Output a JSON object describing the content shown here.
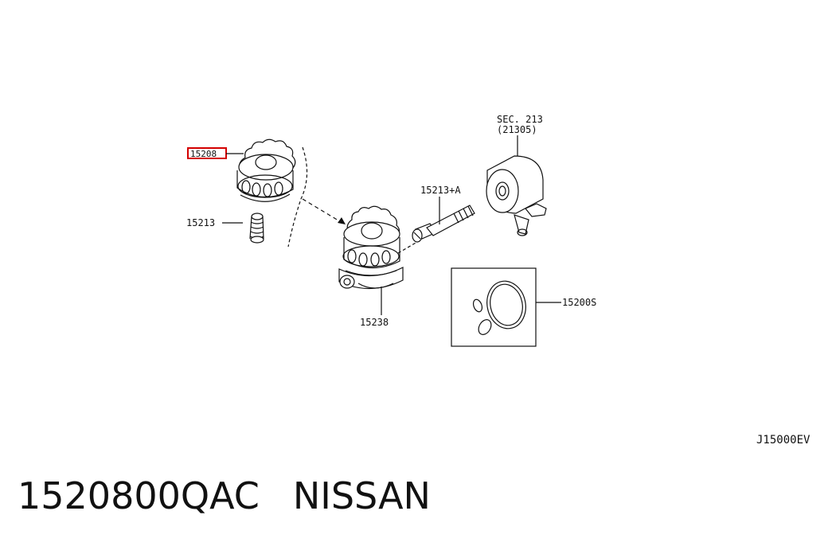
{
  "labels": {
    "filter_highlighted": "15208",
    "filter_bolt": "15213",
    "connector_bolt": "15213+A",
    "sec_ref_line1": "SEC. 213",
    "sec_ref_line2": "(21305)",
    "bracket_assembly": "15238",
    "gasket_kit": "15200S",
    "diagram_code": "J15000EV"
  },
  "footer": {
    "part_number": "1520800QAC",
    "brand": "NISSAN"
  },
  "colors": {
    "highlight": "#d40000",
    "line": "#111111"
  }
}
